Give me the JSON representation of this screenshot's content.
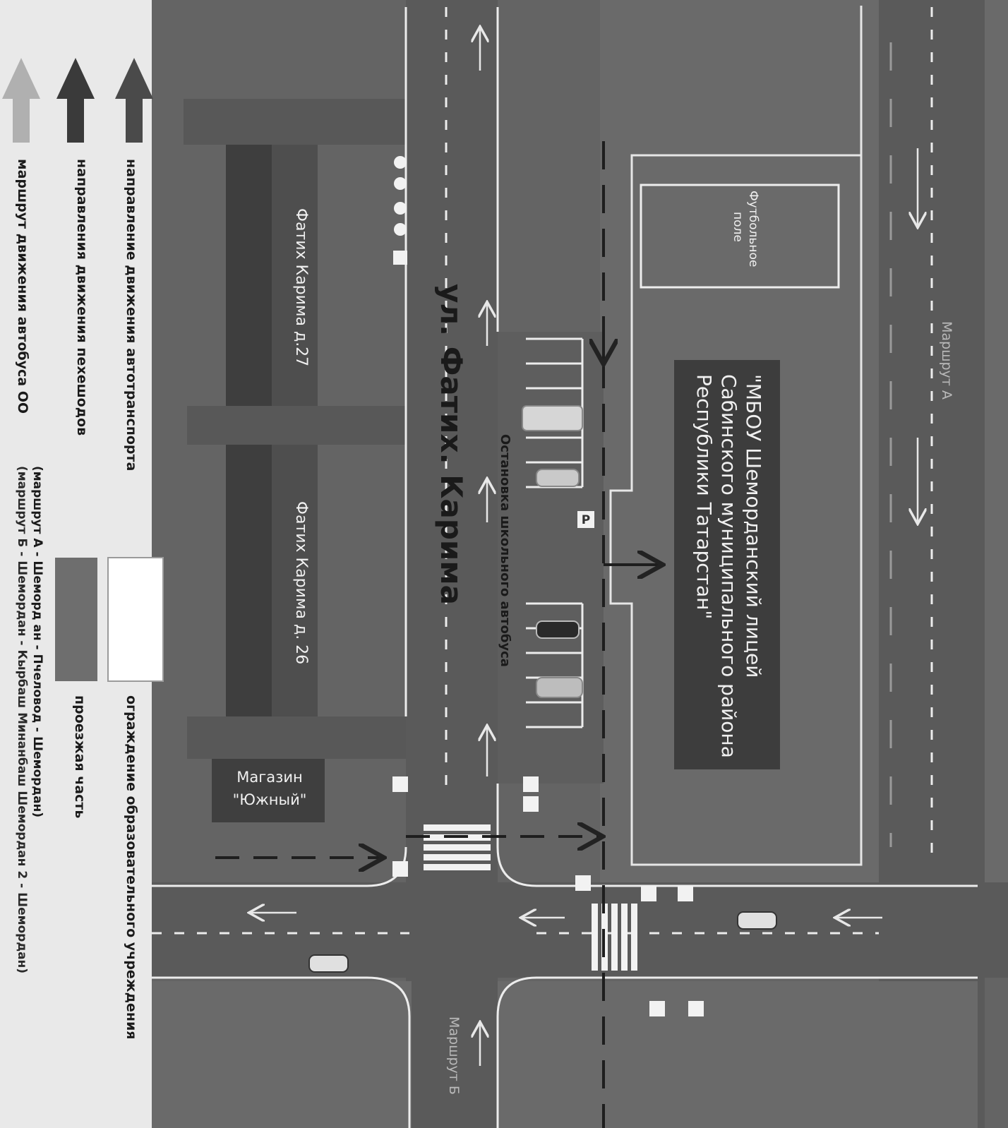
{
  "title": "ул. Фатих. Карима",
  "school": {
    "line1": "\"МБОУ Шеморданский лицей",
    "line2": "Сабинского муниципального района",
    "line3": "Республики Татарстан\""
  },
  "football_field": {
    "line1": "Футбольное",
    "line2": "поле"
  },
  "buildings": {
    "house_27": "Фатих Карима д.27",
    "house_26": "Фатих Карима д. 26",
    "shop_line1": "Магазин",
    "shop_line2": "\"Южный\""
  },
  "bus_stop": "Остановка школьного автобуса",
  "routes": {
    "route_a": "Маршрут А",
    "route_b": "Маршрут Б"
  },
  "parking_sign": "P",
  "legend": {
    "vehicle_direction": "направление движения автотранспорта",
    "pedestrian_direction": "направления движения пехешодов",
    "bus_route": "маршрут движения автобуса ОО",
    "school_fence": "ограждение образовательного учреждения",
    "roadway": "проезжая часть",
    "route_a_desc": "(маршрут А - Шеморд ан - Пчеловод - Шемордан)",
    "route_b_desc": "(маршрут Б - Шемордан - Кырбаш Минанбаш Шемордан 2 - Шемордан)"
  },
  "colors": {
    "road": "#5b5b5b",
    "lot": "#666666",
    "building": "#4f4f4f",
    "school_building": "#3d3d3d",
    "arrow_vehicle": "#4a4a4a",
    "arrow_pedestrian": "#3a3a3a",
    "arrow_bus": "#b0b0b0",
    "marking": "#f2f2f2"
  }
}
